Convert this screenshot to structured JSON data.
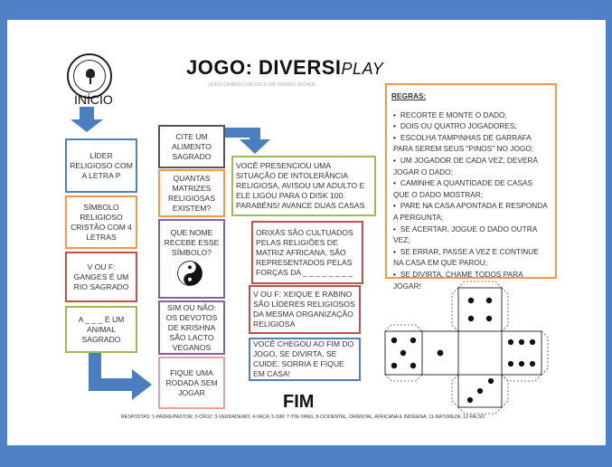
{
  "header": {
    "title_main": "JOGO: DIVERSI",
    "title_play": "PLAY",
    "subtitle": "(JOGO CRIADO COM FOCO EM TURMAS INICIAIS)",
    "start_label": "INÍCIO"
  },
  "path": {
    "col1": [
      "LÍDER RELIGIOSO COM A LETRA P",
      "SÍMBOLO RELIGIOSO CRISTÃO COM 4 LETRAS",
      "V OU F: GANGES É UM RIO SAGRADO",
      "A _ _ _ É UM ANIMAL SAGRADO"
    ],
    "col2": [
      "CITE UM ALIMENTO SAGRADO",
      "QUANTAS MATRIZES RELIGIOSAS EXISTEM?",
      "QUE NOME RECEBE ESSE SÍMBOLO?",
      "SIM OU NÃO: OS DEVOTOS DE KRISHNA SÃO LACTO VEGANOS",
      "FIQUE UMA RODADA SEM JOGAR"
    ],
    "col3": [
      "VOCÊ PRESENCIOU UMA SITUAÇÃO DE INTOLERÂNCIA RELIGIOSA, AVISOU UM ADULTO E ELE LIGOU PARA O DISK 100. PARABÉNS! AVANCE DUAS CASAS",
      "ORIXÁS SÃO CULTUADOS PELAS RELIGIÕES DE MATRIZ AFRICANA, SÃO REPRESENTADOS PELAS FORÇAS DA _ _ _ _ _ _ _ _",
      "V OU F: XEIQUE E RABINO SÃO LÍDERES RELIGIOSOS DA MESMA ORGANIZAÇÃO RELIGIOSA",
      "VOCÊ CHEGOU AO FIM DO JOGO, SE DIVIRTA, SE CUIDE, SORRIA E FIQUE EM CASA!"
    ]
  },
  "rules": {
    "title": "REGRAS:",
    "items": [
      "RECORTE E MONTE O DADO;",
      "DOIS OU QUATRO JOGADORES;",
      "ESCOLHA TAMPINHAS DE GARRAFA PARA SEREM SEUS \"PINOS\" NO JOGO;",
      "UM JOGADOR DE CADA VEZ, DEVERÁ JOGAR O DADO;",
      "CAMINHE A QUANTIDADE DE CASAS QUE O DADO MOSTRAR;",
      "PARE NA CASA APONTADA E RESPONDA A PERGUNTA;",
      "SE ACERTAR, JOGUE O DADO OUTRA VEZ;",
      "SE ERRAR, PASSE A VEZ E CONTINUE NA CASA EM QUE PAROU;",
      "SE DIVIRTA, CHAME TODOS PARA JOGAR!"
    ]
  },
  "footer": {
    "end_label": "FIM",
    "answers": "RESPOSTAS: 1-PADRE/PASTOR; 2-CRUZ; 3-VERDADEIRO; 4-VACA; 5-SIM; 7-YIN-YANG; 8-OCIDENTAL, ORIENTAL, AFRICANA E INDÍGENA; 11-NATUREZA; 12-FALSO"
  },
  "icons": {
    "logo": "school-seal-icon",
    "symbol": "yin-yang-icon",
    "arrows": "down-arrow-icon",
    "die": "die-net-icon"
  },
  "colors": {
    "background": "#4f81c4",
    "arrow": "#4a7ebf",
    "blue": "#4f81bd",
    "orange": "#f79646",
    "red": "#c0504d",
    "green": "#9bbb59",
    "purple": "#8064a2"
  }
}
